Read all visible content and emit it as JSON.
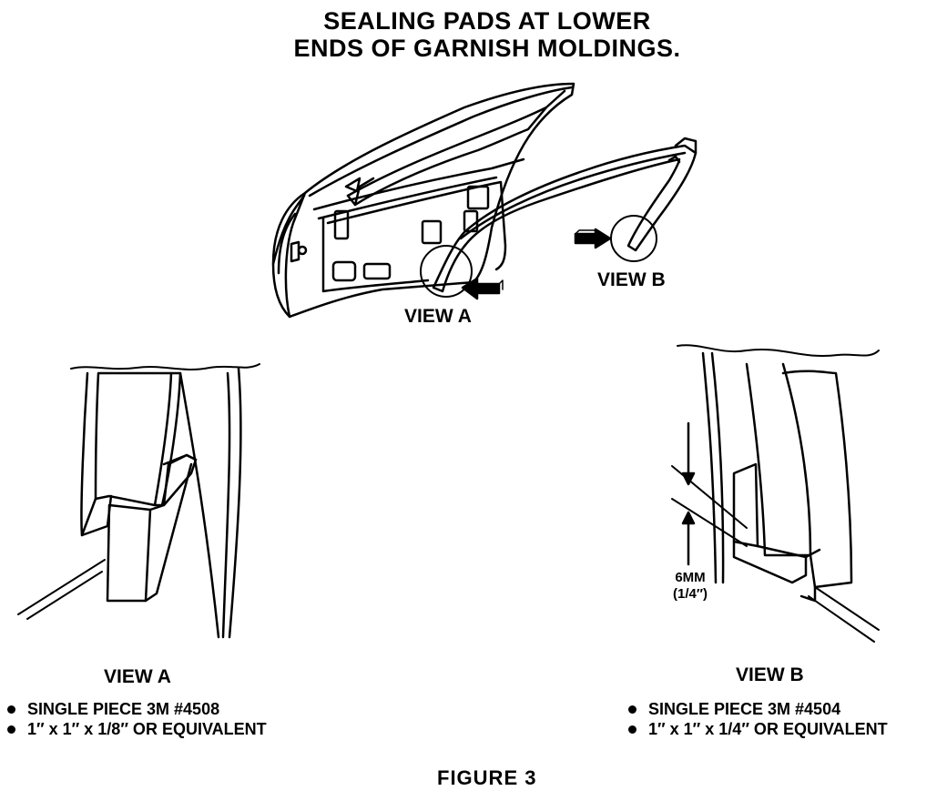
{
  "title": {
    "line1": "SEALING PADS AT LOWER",
    "line2": "ENDS OF GARNISH MOLDINGS."
  },
  "overview": {
    "view_a_label": "VIEW A",
    "view_b_label": "VIEW B"
  },
  "view_a": {
    "heading": "VIEW A",
    "bullets": [
      "SINGLE PIECE 3M #4508",
      "1″ x 1″ x 1/8″ OR EQUIVALENT"
    ]
  },
  "view_b": {
    "heading": "VIEW B",
    "bullets": [
      "SINGLE PIECE 3M #4504",
      "1″ x 1″ x 1/4″ OR EQUIVALENT"
    ],
    "dimension": {
      "metric": "6MM",
      "imperial": "(1/4″)"
    }
  },
  "figure_label": "FIGURE 3"
}
